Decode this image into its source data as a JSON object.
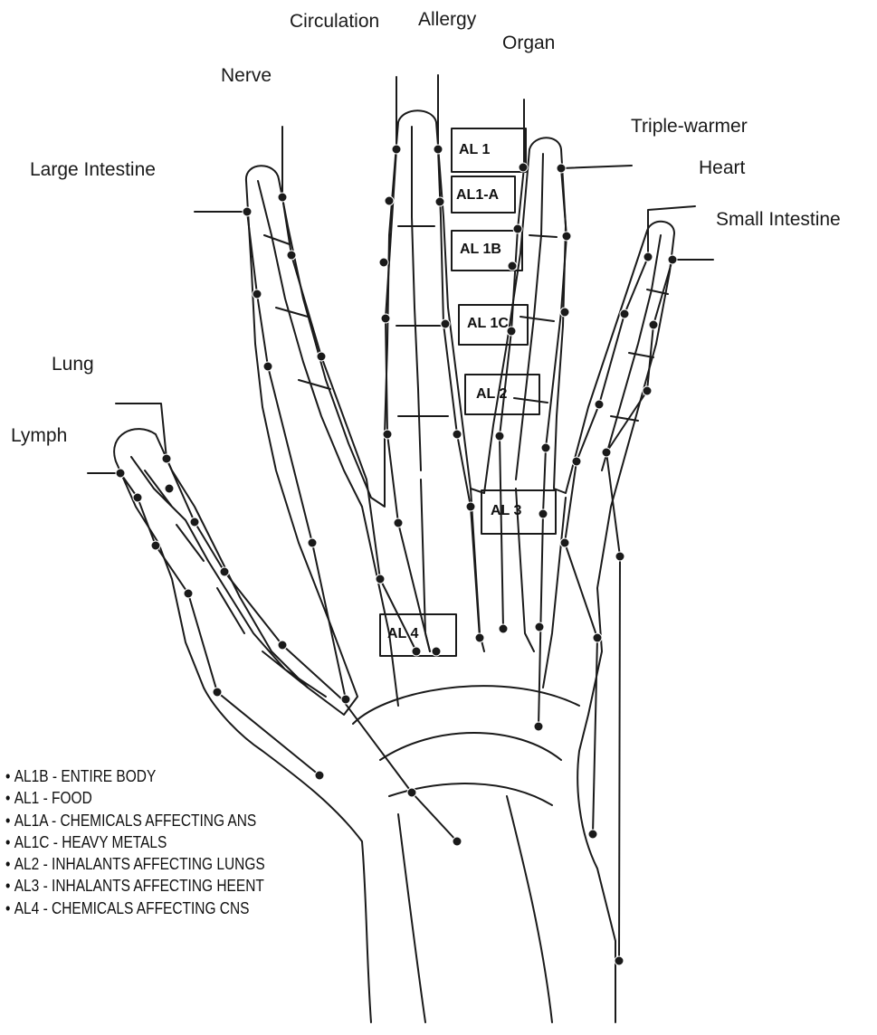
{
  "meridian_labels": {
    "circulation": "Circulation",
    "allergy": "Allergy",
    "organ": "Organ",
    "nerve": "Nerve",
    "triple_warmer": "Triple-warmer",
    "heart": "Heart",
    "large_intestine": "Large Intestine",
    "small_intestine": "Small Intestine",
    "lung": "Lung",
    "lymph": "Lymph"
  },
  "allergy_points": {
    "al1": "AL 1",
    "al1a": "AL1-A",
    "al1b": "AL 1B",
    "al1c": "AL 1C",
    "al2": "AL 2",
    "al3": "AL 3",
    "al4": "AL 4"
  },
  "legend": [
    "AL1B - ENTIRE BODY",
    "AL1 - FOOD",
    "AL1A - CHEMICALS AFFECTING ANS",
    "AL1C - HEAVY METALS",
    "AL2 - INHALANTS AFFECTING LUNGS",
    "AL3 - INHALANTS AFFECTING HEENT",
    "AL4 - CHEMICALS AFFECTING CNS"
  ],
  "colors": {
    "ink": "#1a1a1a",
    "background": "#ffffff"
  }
}
